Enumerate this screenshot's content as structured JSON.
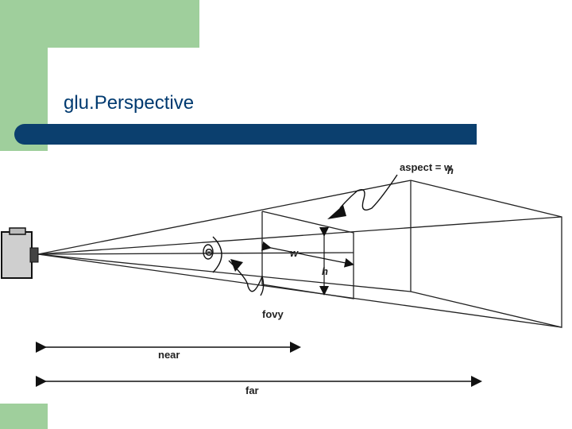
{
  "slide": {
    "title": "glu.Perspective"
  },
  "diagram": {
    "aspect_label": "aspect = w",
    "aspect_denominator": "h",
    "theta_label": "Θ",
    "w_label": "w",
    "h_label": "h",
    "fovy_label": "fovy",
    "near_label": "near",
    "far_label": "far"
  },
  "colors": {
    "accent_green": "#9fcf9c",
    "title_blue": "#003a70",
    "rule_blue": "#0b3f6e"
  }
}
